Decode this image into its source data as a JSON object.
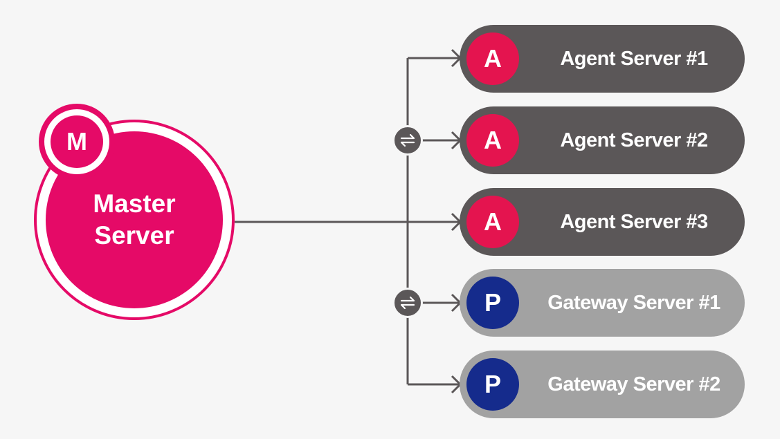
{
  "diagram": {
    "master": {
      "badge_letter": "M",
      "label_line1": "Master",
      "label_line2": "Server"
    },
    "nodes": [
      {
        "badge_letter": "A",
        "label": "Agent Server #1",
        "kind": "agent"
      },
      {
        "badge_letter": "A",
        "label": "Agent Server #2",
        "kind": "agent"
      },
      {
        "badge_letter": "A",
        "label": "Agent Server #3",
        "kind": "agent"
      },
      {
        "badge_letter": "P",
        "label": "Gateway Server #1",
        "kind": "gateway"
      },
      {
        "badge_letter": "P",
        "label": "Gateway Server #2",
        "kind": "gateway"
      }
    ],
    "icons": {
      "exchange": "exchange-arrows-icon"
    }
  },
  "colors": {
    "master": "#e50a67",
    "agent_pill": "#5b5758",
    "agent_badge": "#e4144f",
    "gateway_pill": "#a2a2a2",
    "gateway_badge": "#152b8c",
    "connector": "#5b5758"
  }
}
